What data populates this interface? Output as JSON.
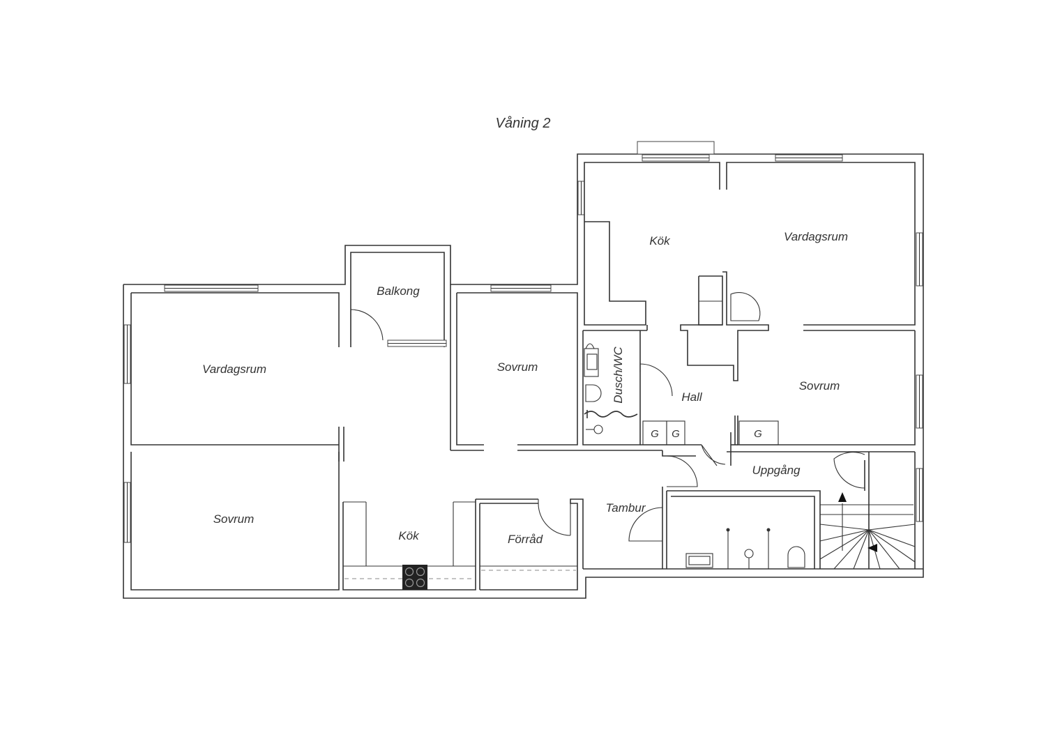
{
  "title": "Våning 2",
  "rooms": {
    "balkong": "Balkong",
    "vardagsrum_left": "Vardagsrum",
    "sovrum_left_bottom": "Sovrum",
    "sovrum_middle": "Sovrum",
    "kok_bottom": "Kök",
    "forrad": "Förråd",
    "kok_right": "Kök",
    "vardagsrum_right": "Vardagsrum",
    "dusch_wc": "Dusch/WC",
    "hall": "Hall",
    "sovrum_right": "Sovrum",
    "uppgang": "Uppgång",
    "tambur": "Tambur"
  },
  "closets": {
    "g1": "G",
    "g2": "G",
    "g3": "G"
  },
  "icons": {
    "stove": "stove-icon",
    "stair_arrow": "arrow-icon"
  }
}
